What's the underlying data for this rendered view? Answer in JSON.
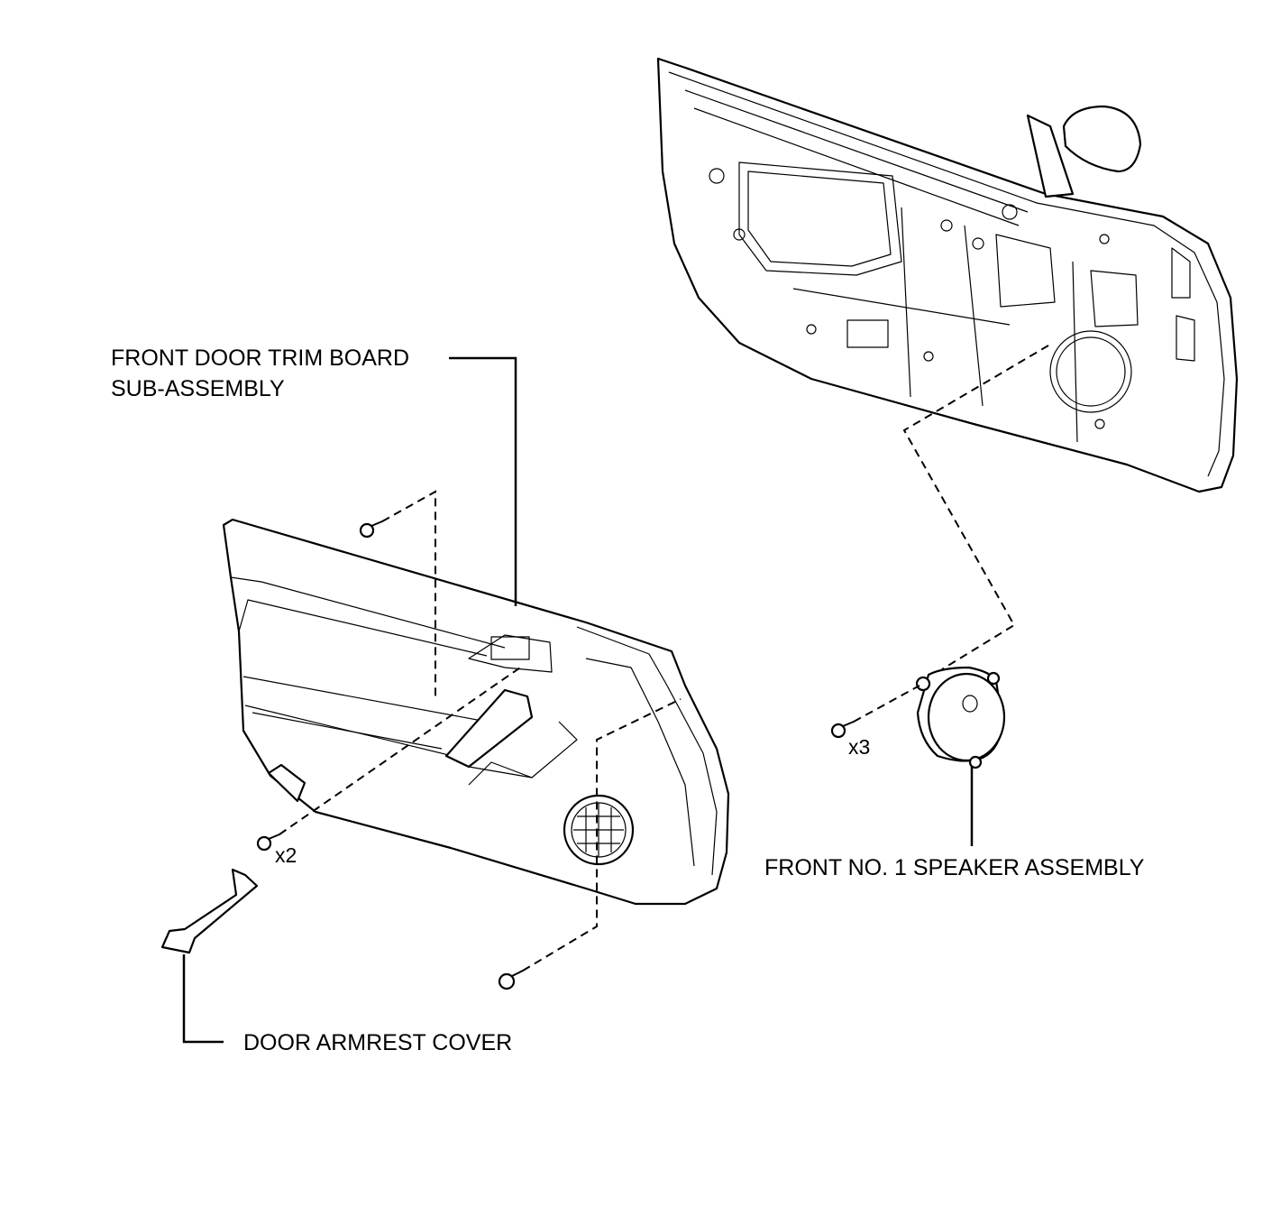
{
  "labels": {
    "trim_board_line1": "FRONT DOOR TRIM BOARD",
    "trim_board_line2": "SUB-ASSEMBLY",
    "speaker": "FRONT NO. 1 SPEAKER ASSEMBLY",
    "armrest_cover": "DOOR ARMREST COVER"
  },
  "quantities": {
    "trim_clips": "x2",
    "speaker_screws": "x3"
  }
}
